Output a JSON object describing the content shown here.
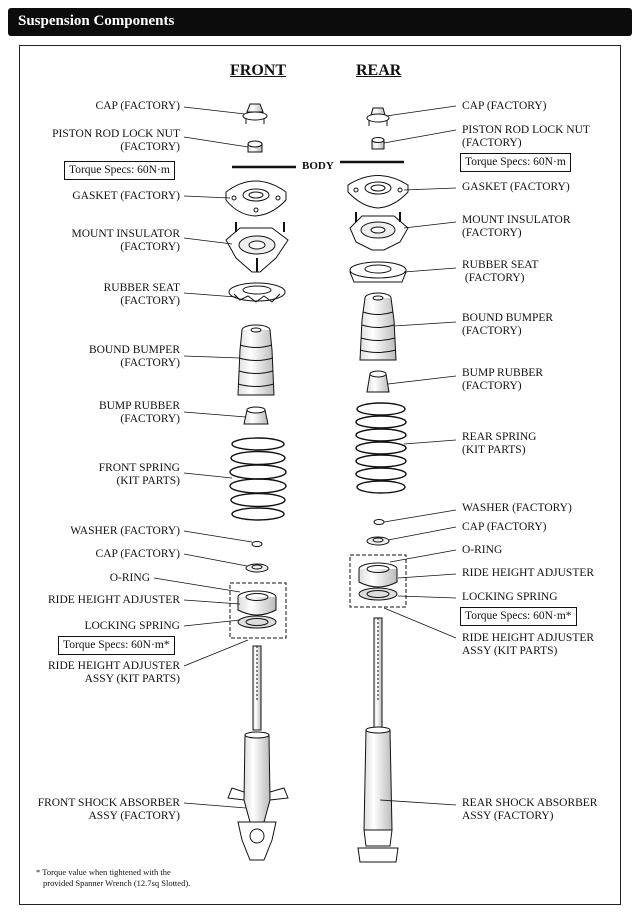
{
  "title": "Suspension Components",
  "headings": {
    "front": "FRONT",
    "rear": "REAR"
  },
  "body_label": "BODY",
  "front_labels": {
    "cap_top": "CAP (FACTORY)",
    "piston_nut_1": "PISTON ROD LOCK NUT",
    "piston_nut_2": "(FACTORY)",
    "torque_top": "Torque Specs: 60N·m",
    "gasket": "GASKET (FACTORY)",
    "mount_1": "MOUNT INSULATOR",
    "mount_2": "(FACTORY)",
    "rubber_seat_1": "RUBBER SEAT",
    "rubber_seat_2": "(FACTORY)",
    "bound_1": "BOUND BUMPER",
    "bound_2": "(FACTORY)",
    "bump_1": "BUMP RUBBER",
    "bump_2": "(FACTORY)",
    "spring_1": "FRONT SPRING",
    "spring_2": "(KIT PARTS)",
    "washer": "WASHER (FACTORY)",
    "cap_low": "CAP (FACTORY)",
    "oring": "O-RING",
    "ride_adj": "RIDE HEIGHT ADJUSTER",
    "lock_spring": "LOCKING SPRING",
    "torque_low": "Torque Specs: 60N·m*",
    "assy_1": "RIDE HEIGHT ADJUSTER",
    "assy_2": "ASSY (KIT PARTS)",
    "shock_1": "FRONT SHOCK ABSORBER",
    "shock_2": "ASSY (FACTORY)"
  },
  "rear_labels": {
    "cap_top": "CAP (FACTORY)",
    "piston_nut_1": "PISTON ROD LOCK NUT",
    "piston_nut_2": "(FACTORY)",
    "torque_top": "Torque Specs: 60N·m",
    "gasket": "GASKET (FACTORY)",
    "mount_1": "MOUNT INSULATOR",
    "mount_2": "(FACTORY)",
    "rubber_seat_1": "RUBBER SEAT",
    "rubber_seat_2": " (FACTORY)",
    "bound_1": "BOUND BUMPER",
    "bound_2": "(FACTORY)",
    "bump_1": "BUMP RUBBER",
    "bump_2": "(FACTORY)",
    "spring_1": "REAR SPRING",
    "spring_2": "(KIT PARTS)",
    "washer": "WASHER (FACTORY)",
    "cap_low": "CAP (FACTORY)",
    "oring": "O-RING",
    "ride_adj": "RIDE HEIGHT ADJUSTER",
    "lock_spring": "LOCKING SPRING",
    "torque_low": "Torque Specs: 60N·m*",
    "assy_1": "RIDE HEIGHT ADJUSTER",
    "assy_2": "ASSY (KIT PARTS)",
    "shock_1": "REAR SHOCK ABSORBER",
    "shock_2": "ASSY (FACTORY)"
  },
  "footnote": {
    "line1": "* Torque value when tightened with the",
    "line2": "provided Spanner Wrench (12.7sq Slotted)."
  }
}
